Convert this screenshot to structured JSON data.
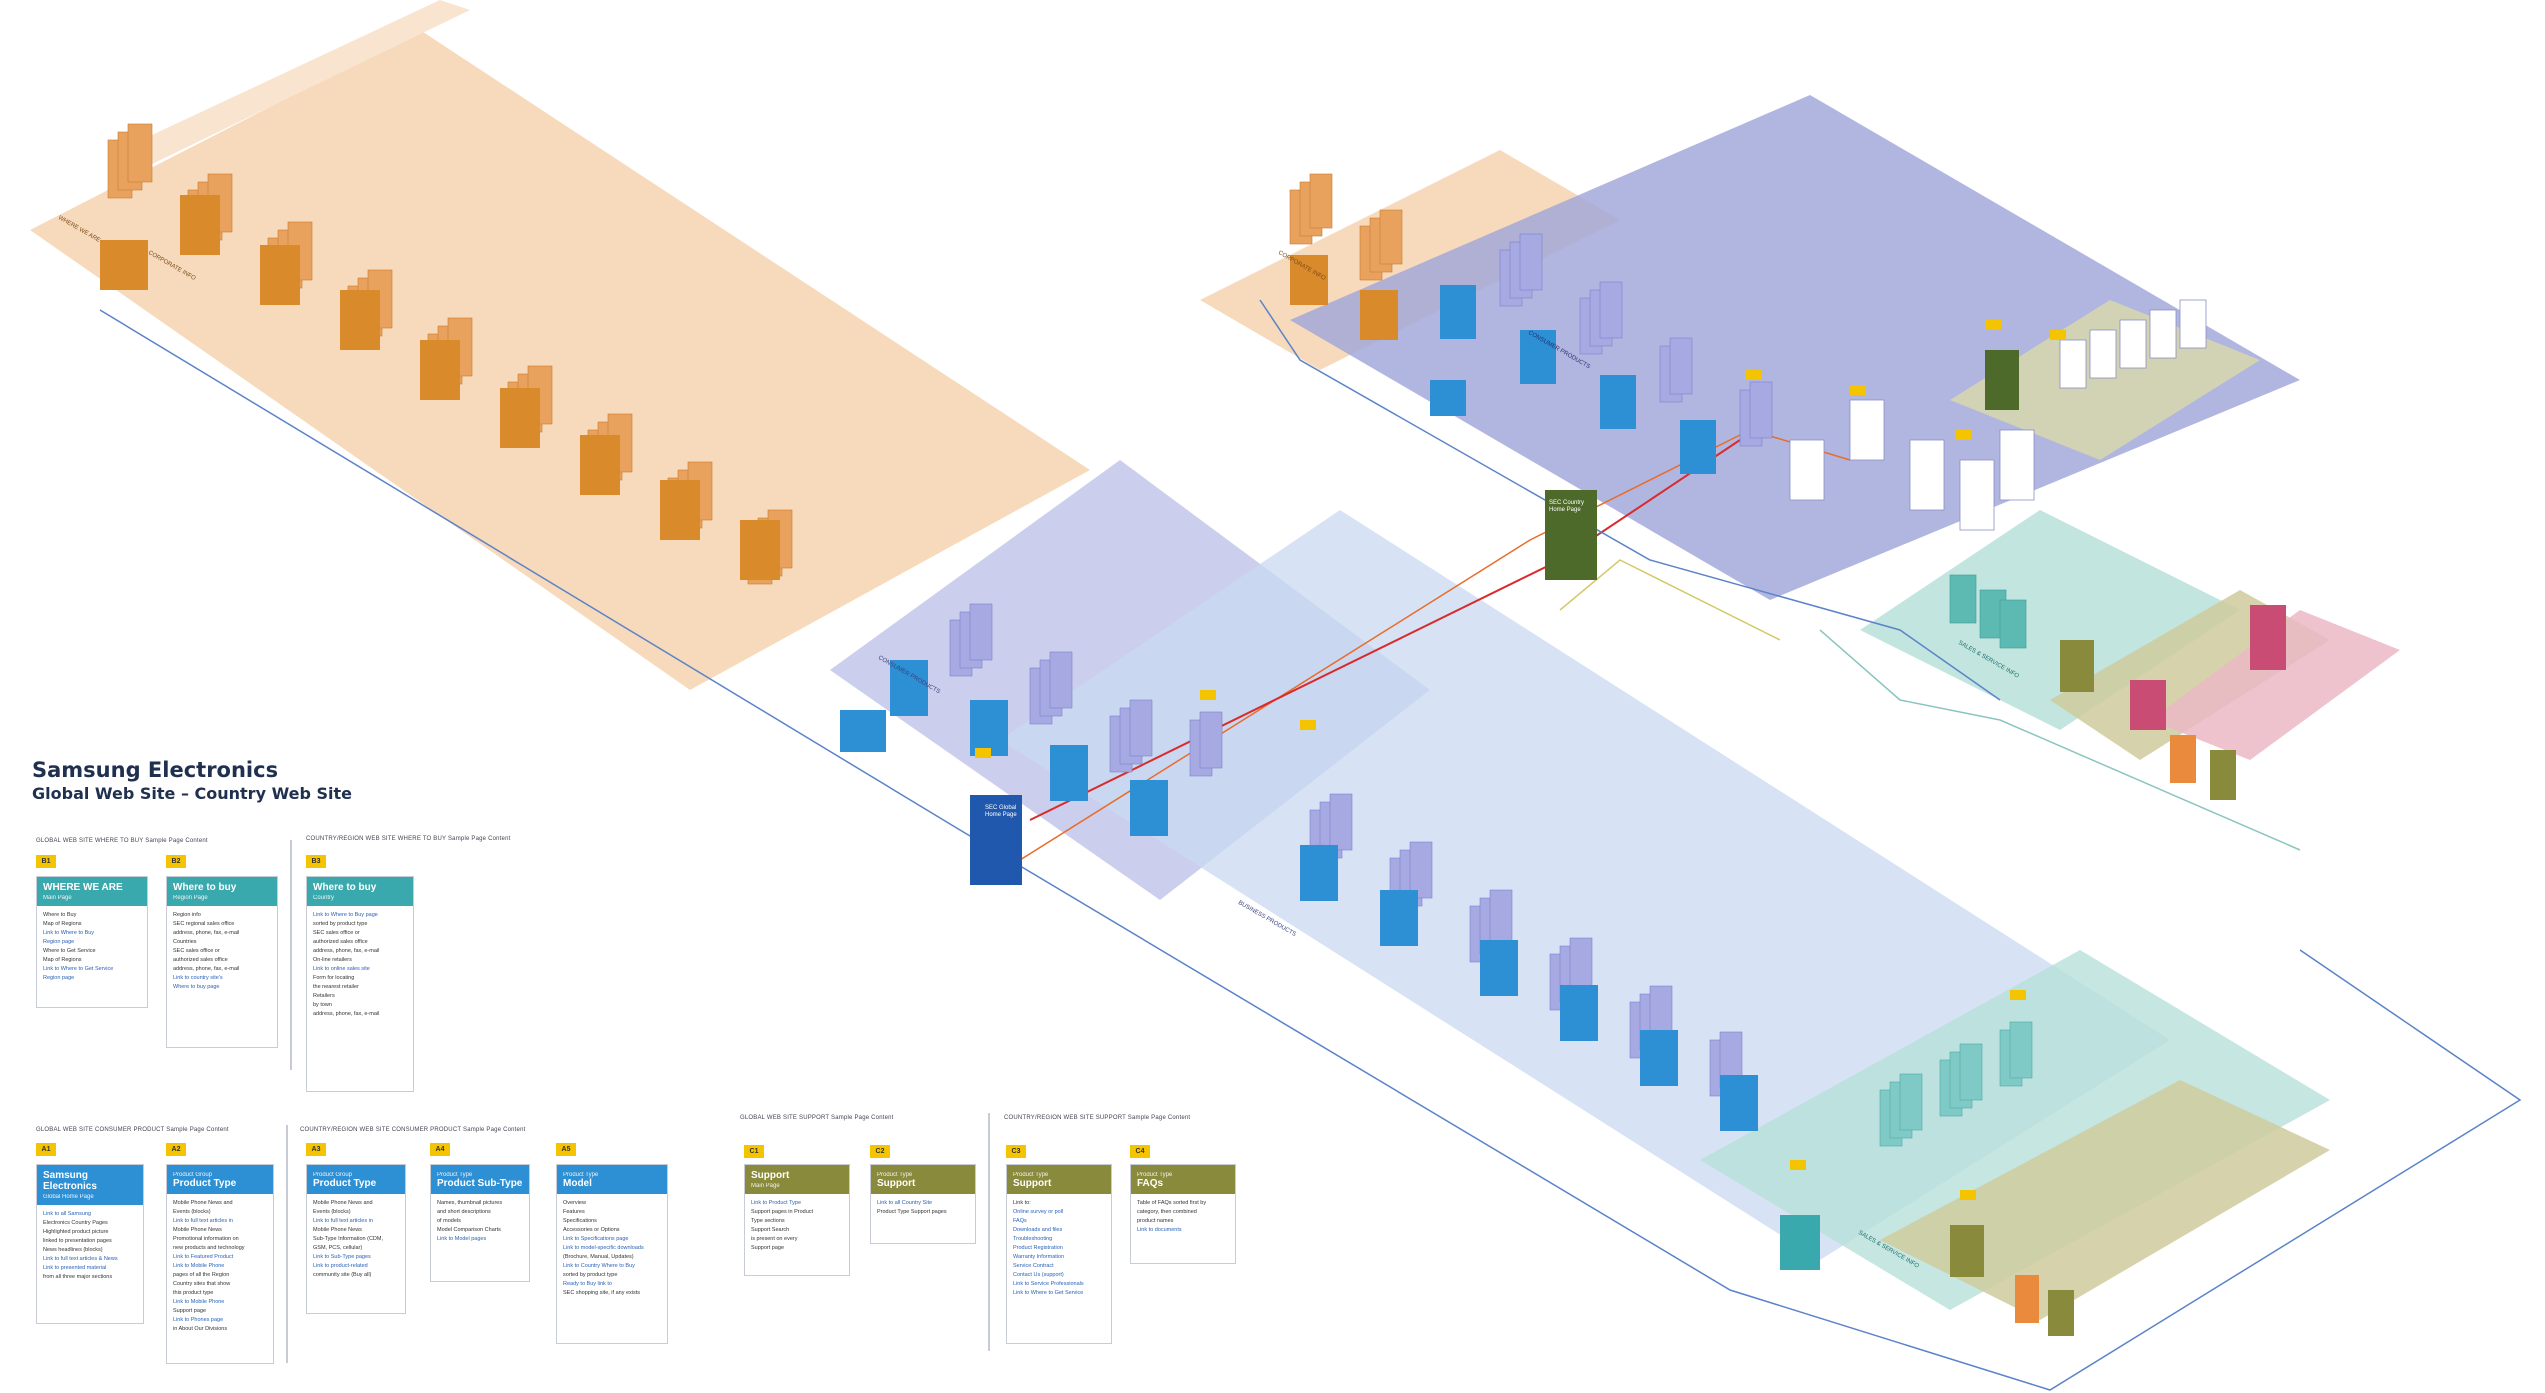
{
  "title": {
    "line1": "Samsung Electronics",
    "line2": "Global Web Site – Country Web Site"
  },
  "colors": {
    "orange": "#f0b67d",
    "orange_card": "#d98a2b",
    "blue": "#8e97d2",
    "blue_card": "#2d8fd4",
    "teal": "#b6ddd8",
    "teal_card": "#3aa9ad",
    "olive": "#c7c49b",
    "olive_card": "#8a8a3c",
    "pink": "#e3a5b4",
    "pink_card": "#c84c73",
    "red_line": "#d82b2b",
    "yellow_tag": "#f5c400"
  },
  "diagram_labels": {
    "global_home": "SEC Global Home Page",
    "country_home": "SEC Country Home Page",
    "consumer_products": "CONSUMER PRODUCTS",
    "business_products": "BUSINESS PRODUCTS",
    "corporate_info": "CORPORATE INFO",
    "sales_service": "SALES & SERVICE INFO",
    "where_we_are": "WHERE WE ARE"
  },
  "legend_groups": [
    {
      "heading": "GLOBAL WEB SITE WHERE TO BUY  Sample Page Content"
    },
    {
      "heading": "COUNTRY/REGION WEB SITE WHERE TO BUY  Sample Page Content"
    },
    {
      "heading": "GLOBAL WEB SITE CONSUMER PRODUCT  Sample Page Content"
    },
    {
      "heading": "COUNTRY/REGION WEB SITE CONSUMER PRODUCT  Sample Page Content"
    },
    {
      "heading": "GLOBAL WEB SITE SUPPORT  Sample Page Content"
    },
    {
      "heading": "COUNTRY/REGION WEB SITE SUPPORT  Sample Page Content"
    }
  ],
  "cards": [
    {
      "tag": "B1",
      "title": "WHERE WE ARE",
      "sub": "Main Page",
      "lines": [
        "Where to Buy",
        "Map of Regions",
        "Link to Where to Buy",
        "Region page",
        "Where to Get Service",
        "Map of Regions",
        "Link to Where to Get Service",
        "Region page"
      ]
    },
    {
      "tag": "B2",
      "title": "Where to buy",
      "sub": "Region Page",
      "lines": [
        "Region info",
        "SEC regional sales office",
        "address, phone, fax, e-mail",
        "Countries",
        "SEC sales office or",
        "authorized sales office",
        "address, phone, fax, e-mail",
        "Link to country site's",
        "Where to buy page"
      ]
    },
    {
      "tag": "B3",
      "title": "Where to buy",
      "sub": "Country",
      "lines": [
        "Link to Where to Buy page",
        "sorted by product type",
        "SEC sales office or",
        "authorized sales office",
        "address, phone, fax, e-mail",
        "On-line retailers",
        "Link to online sales site",
        "Form for locating",
        "the nearest retailer",
        "Retailers",
        "by town",
        "address, phone, fax, e-mail"
      ]
    },
    {
      "tag": "A1",
      "title": "Samsung Electronics",
      "sub": "Global Home Page",
      "lines": [
        "Link to all Samsung",
        "Electronics Country Pages",
        "Highlighted product picture",
        "linked to presentation pages",
        "News headlines (blocks)",
        "Link to full text articles & News",
        "Link to presented material",
        "from all three major sections"
      ]
    },
    {
      "tag": "A2",
      "title": "Product Type",
      "sub": "Product Group",
      "lines": [
        "Mobile Phone News and",
        "Events (blocks)",
        "Link to full text articles in",
        "Mobile Phone News",
        "Promotional information on",
        "new products and technology",
        "Link to Featured Product",
        "Link to Mobile Phone",
        "pages of all the Region",
        "Country sites that show",
        "this product type",
        "Link to Mobile Phone",
        "Support page",
        "Link to Phones page",
        "in About Our Divisions"
      ]
    },
    {
      "tag": "A3",
      "title": "Product Type",
      "sub": "Product Group",
      "lines": [
        "Mobile Phone News and",
        "Events (blocks)",
        "Link to full text articles in",
        "Mobile Phone News",
        "Sub-Type Information (CDM,",
        "GSM, PCS, cellular)",
        "Link to Sub-Type pages",
        "Link to product-related",
        "community site (Buy all)"
      ]
    },
    {
      "tag": "A4",
      "title": "Product Sub-Type",
      "sub": "Product Type",
      "lines": [
        "Names, thumbnail pictures",
        "and short descriptions",
        "of models",
        "Model Comparison Charts",
        "Link to Model pages"
      ]
    },
    {
      "tag": "A5",
      "title": "Model",
      "sub": "Product Type",
      "lines": [
        "Overview",
        "Features",
        "Specifications",
        "Accessories or Options",
        "Link to Specifications page",
        "Link to model-specific downloads",
        "(Brochure, Manual, Updates)",
        "Link to Country Where to Buy",
        "sorted by product type",
        "Ready to Buy link to",
        "SEC shopping site, if any exists"
      ]
    },
    {
      "tag": "C1",
      "title": "Support",
      "sub": "Main Page",
      "lines": [
        "Link to Product Type",
        "Support pages in Product",
        "Type sections",
        "Support Search",
        "is present on every",
        "Support page"
      ]
    },
    {
      "tag": "C2",
      "title": "Support",
      "sub": "Product Type",
      "lines": [
        "Link to all Country Site",
        "Product Type Support pages"
      ]
    },
    {
      "tag": "C3",
      "title": "Support",
      "sub": "Product Type",
      "lines": [
        "Link to:",
        "Online survey or poll",
        "FAQs",
        "Downloads and files",
        "Troubleshooting",
        "Product Registration",
        "Warranty Information",
        "Service Contract",
        "Contact Us (support)",
        "Link to Service Professionals",
        "Link to Where to Get Service"
      ]
    },
    {
      "tag": "C4",
      "title": "FAQs",
      "sub": "Product Type",
      "lines": [
        "Table of FAQs sorted first by",
        "category, then combined",
        "product names",
        "Link to documents"
      ]
    }
  ]
}
